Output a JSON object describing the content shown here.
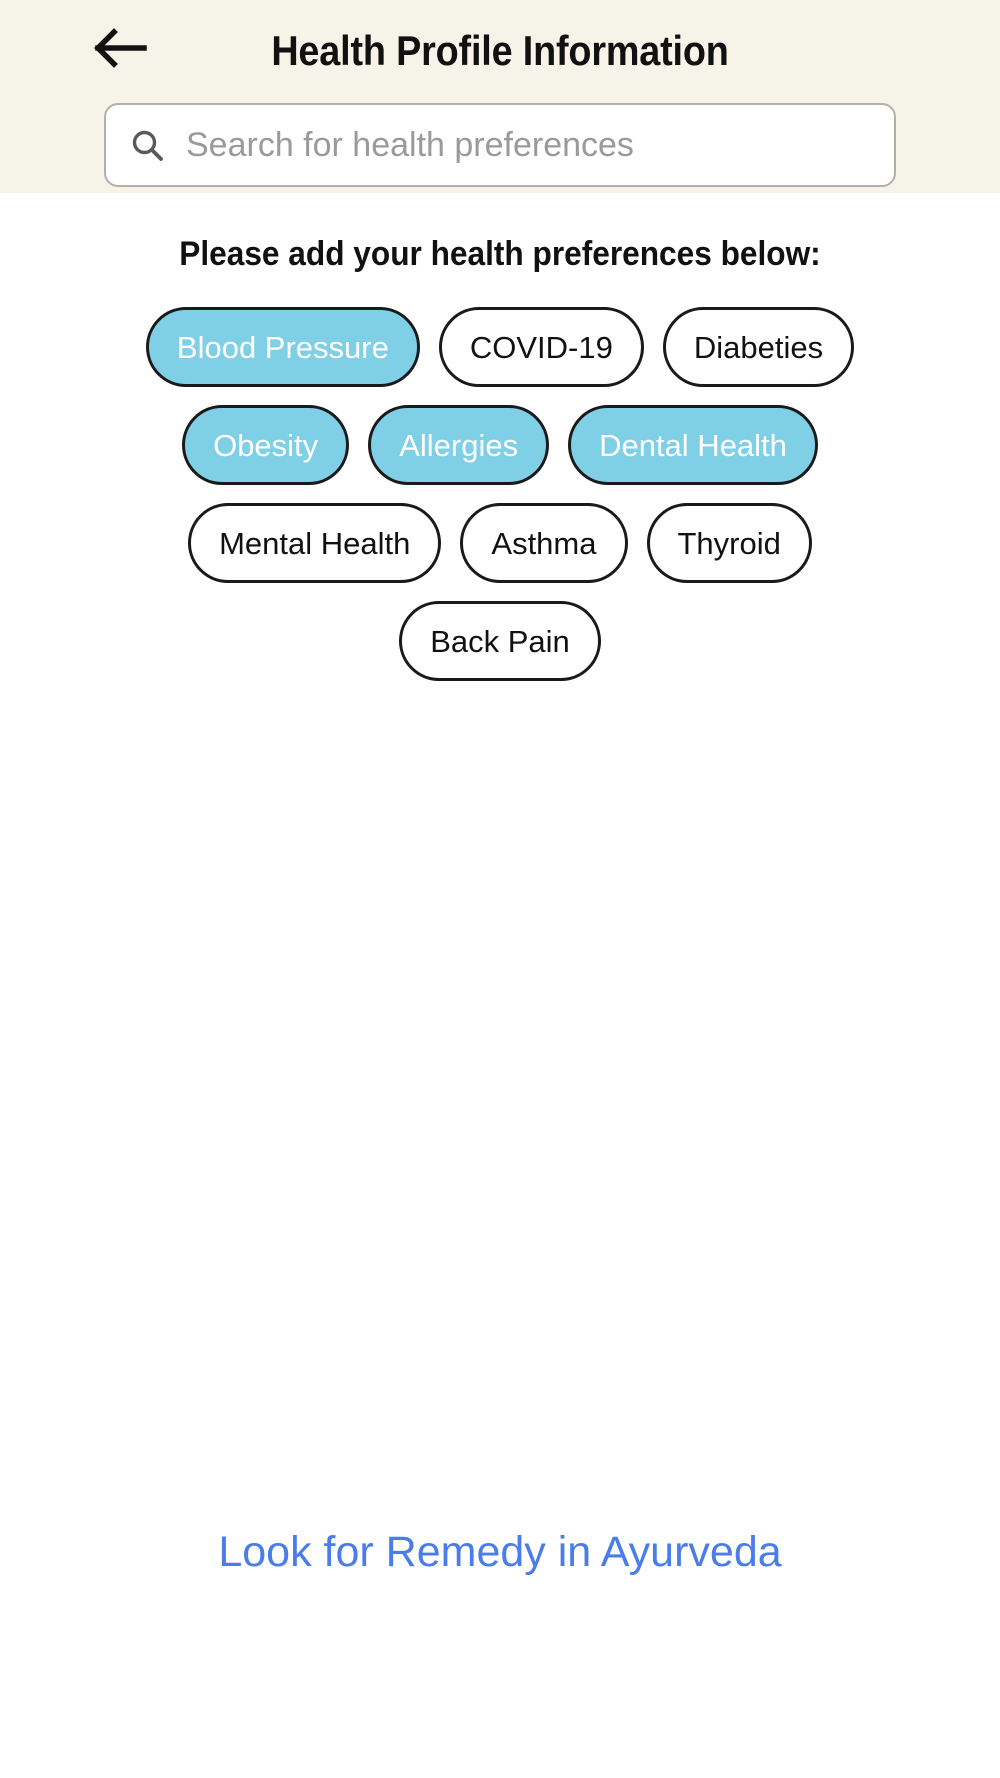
{
  "header": {
    "background_color": "#f6f4e8",
    "back_icon": "arrow-left-icon",
    "title": "Health Profile Information",
    "search": {
      "icon": "search-icon",
      "value": "",
      "placeholder": "Search for health preferences"
    }
  },
  "main": {
    "subtitle": "Please add your health preferences below:",
    "selected_chip_color": "#7fcfe7",
    "selected_chip_text_color": "#ffffff",
    "unselected_chip_color": "#ffffff",
    "unselected_chip_text_color": "#111111",
    "chip_rows": [
      [
        {
          "label": "Blood Pressure",
          "selected": true
        },
        {
          "label": "COVID-19",
          "selected": false
        },
        {
          "label": "Diabeties",
          "selected": false
        }
      ],
      [
        {
          "label": "Obesity",
          "selected": true
        },
        {
          "label": "Allergies",
          "selected": true
        },
        {
          "label": "Dental Health",
          "selected": true
        }
      ],
      [
        {
          "label": "Mental Health",
          "selected": false
        },
        {
          "label": "Asthma",
          "selected": false
        },
        {
          "label": "Thyroid",
          "selected": false
        }
      ],
      [
        {
          "label": "Back Pain",
          "selected": false
        }
      ]
    ]
  },
  "footer": {
    "link_label": "Look for Remedy in Ayurveda",
    "link_color": "#4a7cec"
  }
}
